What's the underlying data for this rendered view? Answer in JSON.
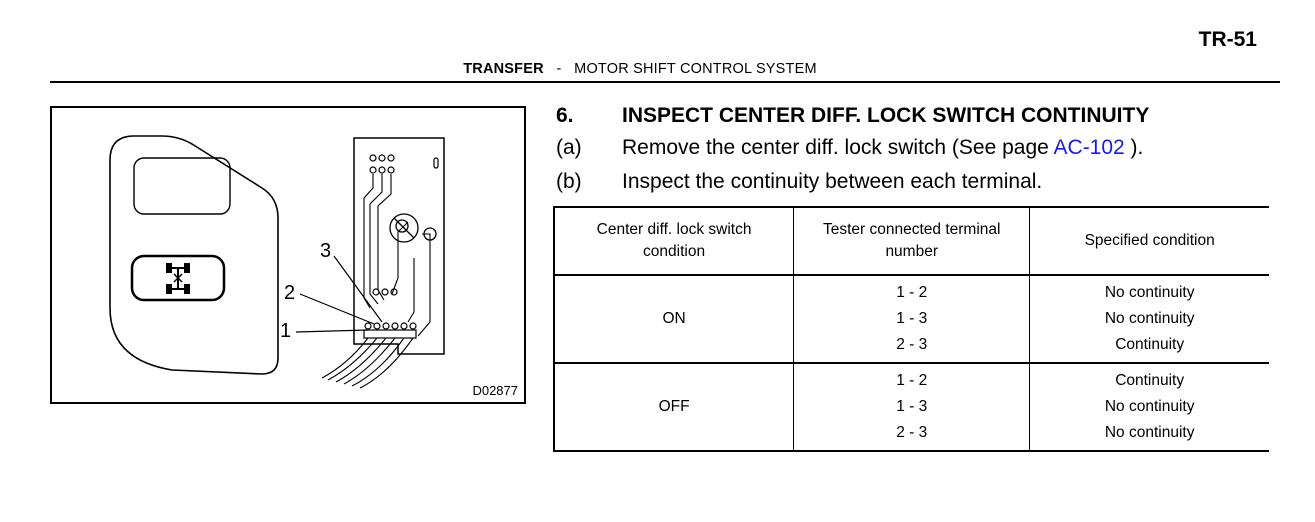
{
  "header": {
    "page_number": "TR-51",
    "section": "TRANSFER",
    "separator": "-",
    "subsection": "MOTOR SHIFT CONTROL SYSTEM"
  },
  "figure": {
    "id": "D02877",
    "callouts": [
      "1",
      "2",
      "3"
    ]
  },
  "instructions": {
    "step_number": "6.",
    "step_title": "INSPECT CENTER DIFF. LOCK SWITCH CONTINUITY",
    "sub_a_label": "(a)",
    "sub_a_text": "Remove the center diff. lock switch (See page ",
    "sub_a_link": "AC-102",
    "sub_a_tail": " ).",
    "sub_b_label": "(b)",
    "sub_b_text": "Inspect the continuity between each terminal."
  },
  "table": {
    "headers": [
      [
        "Center diff. lock switch",
        "condition"
      ],
      [
        "Tester connected terminal",
        "number"
      ],
      [
        "Specified condition"
      ]
    ],
    "rows": [
      {
        "condition": "ON",
        "terminals": [
          "1 - 2",
          "1 - 3",
          "2 - 3"
        ],
        "results": [
          "No continuity",
          "No continuity",
          "Continuity"
        ]
      },
      {
        "condition": "OFF",
        "terminals": [
          "1 - 2",
          "1 - 3",
          "2 - 3"
        ],
        "results": [
          "Continuity",
          "No continuity",
          "No continuity"
        ]
      }
    ]
  }
}
